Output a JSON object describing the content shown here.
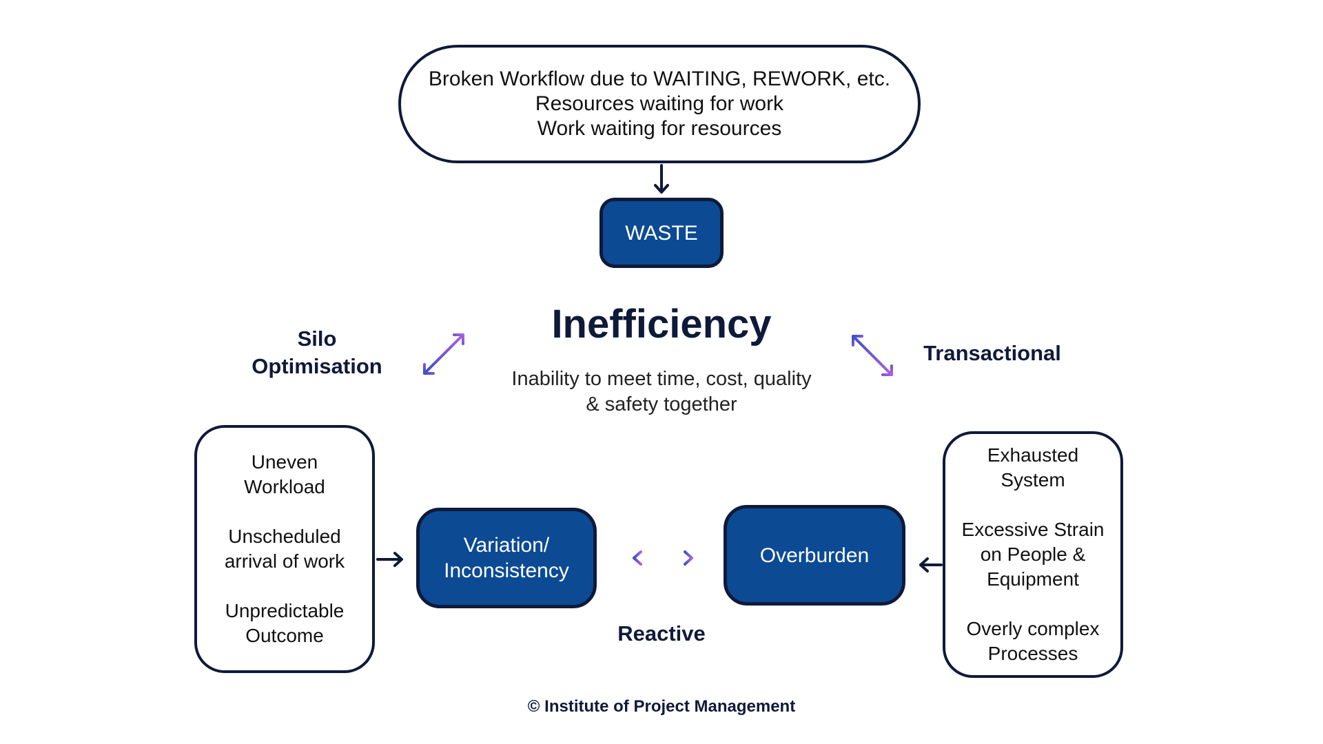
{
  "top_box": {
    "lines": [
      "Broken Workflow due to WAITING, REWORK, etc.",
      "Resources waiting for work",
      "Work waiting for resources"
    ]
  },
  "waste_label": "WASTE",
  "center": {
    "title": "Inefficiency",
    "subtitle_lines": [
      "Inability to meet time, cost, quality",
      "& safety together"
    ]
  },
  "silo_lines": [
    "Silo",
    "Optimisation"
  ],
  "transactional_label": "Transactional",
  "reactive_label": "Reactive",
  "left_box": {
    "groups": [
      [
        "Uneven",
        "Workload"
      ],
      [
        "Unscheduled",
        "arrival of work"
      ],
      [
        "Unpredictable",
        "Outcome"
      ]
    ]
  },
  "variation_lines": [
    "Variation/",
    "Inconsistency"
  ],
  "overburden_label": "Overburden",
  "right_box": {
    "groups": [
      [
        "Exhausted",
        "System"
      ],
      [
        "Excessive Strain",
        "on People &",
        "Equipment"
      ],
      [
        "Overly complex",
        "Processes"
      ]
    ]
  },
  "copyright": "© Institute of Project Management",
  "colors": {
    "navy": "#0f1a3a",
    "box_blue": "#0c4a94",
    "gradient_start": "#3a4fc8",
    "gradient_end": "#b060e0"
  }
}
